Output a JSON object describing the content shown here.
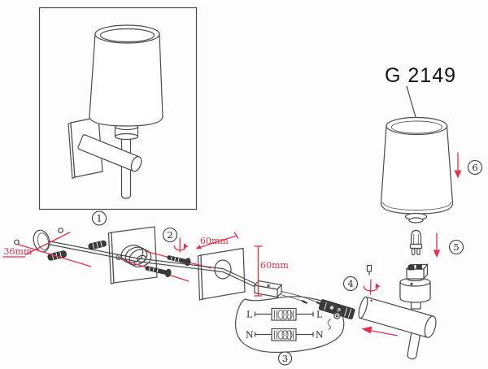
{
  "model": {
    "label": "G 2149"
  },
  "dimensions": {
    "hole_spacing": "36mm",
    "screw_length": "60mm",
    "plate_height": "60mm"
  },
  "wiring": {
    "live_left": "L",
    "live_right": "L",
    "neutral_left": "N",
    "neutral_right": "N"
  },
  "steps": {
    "s1": "1",
    "s2": "2",
    "s3": "3",
    "s4": "4",
    "s5": "5",
    "s6": "6"
  },
  "icons": {
    "step6_arrow": "down-arrow",
    "step5_arrow": "down-arrow",
    "insert_arrow": "left-arrow",
    "step2_rotate": "rotate-arrow",
    "step4_rotate": "rotate-arrow"
  },
  "colors": {
    "ink": "#4a4a4a",
    "accent_red": "#e4314e"
  }
}
